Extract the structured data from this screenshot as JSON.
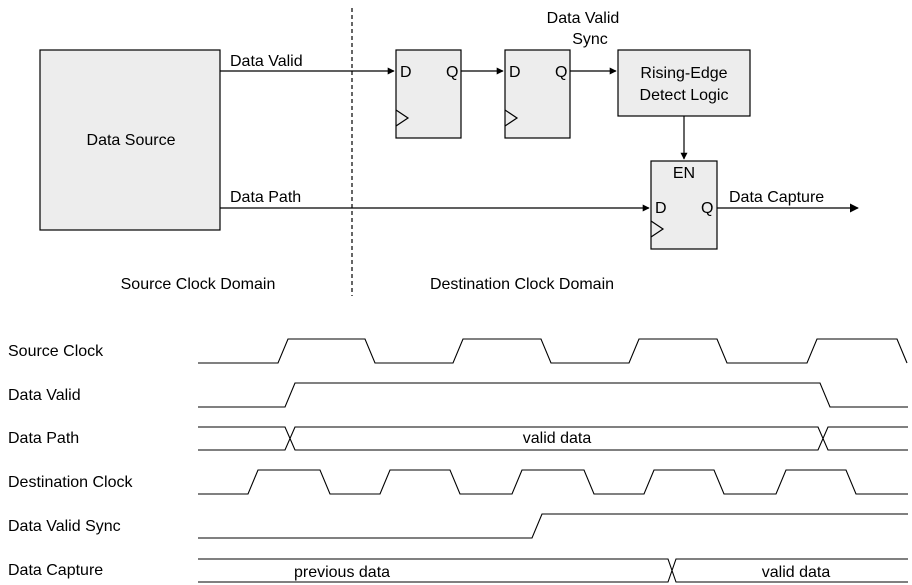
{
  "block_diagram": {
    "data_source": "Data Source",
    "data_valid_label": "Data Valid",
    "data_path_label": "Data Path",
    "sync_label_line1": "Data Valid",
    "sync_label_line2": "Sync",
    "edge_detect_line1": "Rising-Edge",
    "edge_detect_line2": "Detect Logic",
    "ff_d": "D",
    "ff_q": "Q",
    "ff_en": "EN",
    "data_capture_label": "Data Capture",
    "source_domain": "Source Clock Domain",
    "destination_domain": "Destination Clock Domain"
  },
  "timing": {
    "signals": [
      "Source Clock",
      "Data Valid",
      "Data Path",
      "Destination Clock",
      "Data Valid Sync",
      "Data Capture"
    ],
    "data_path_value": "valid data",
    "capture_previous": "previous data",
    "capture_valid": "valid data"
  }
}
